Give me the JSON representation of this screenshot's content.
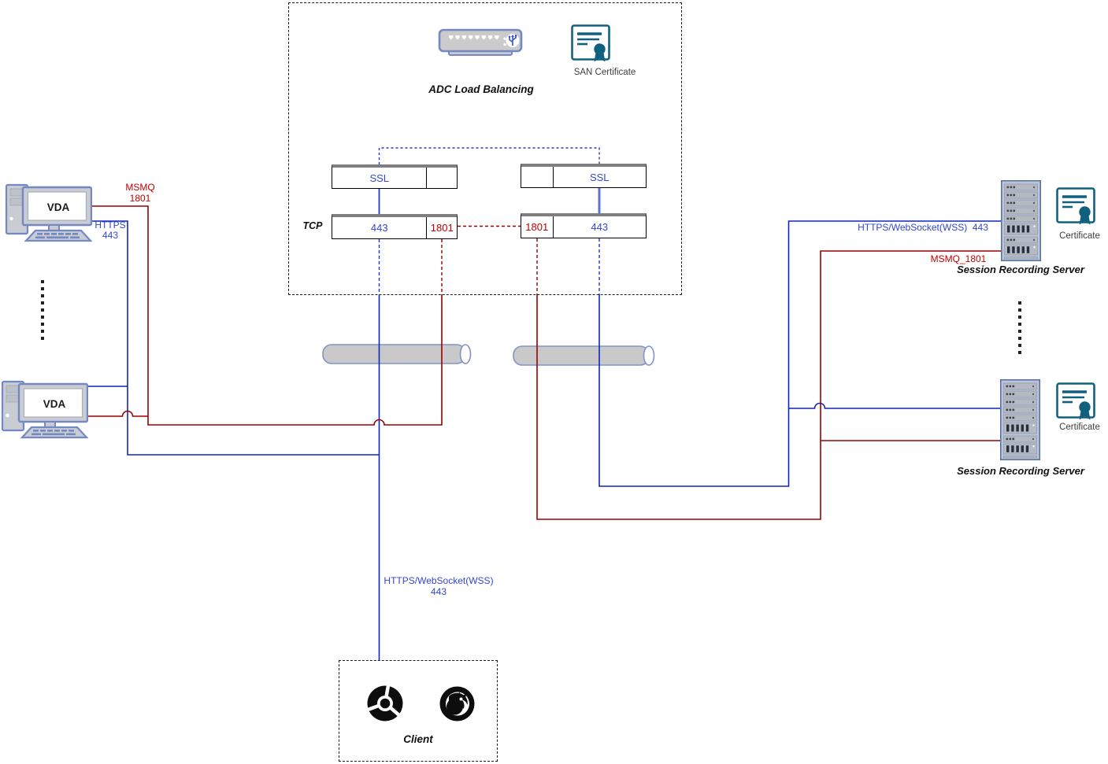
{
  "adc_box": {
    "title": "ADC Load Balancing",
    "san_certificate_label": "SAN Certificate"
  },
  "port_tables": {
    "row_label": "TCP",
    "left": {
      "ssl": "SSL",
      "https_port": "443",
      "msmq_port": "1801"
    },
    "right": {
      "ssl": "SSL",
      "https_port": "443",
      "msmq_port": "1801"
    }
  },
  "vda_group": {
    "top_vda": "VDA",
    "bottom_vda": "VDA",
    "msmq_label": "MSMQ",
    "msmq_port": "1801",
    "https_label": "HTTPS",
    "https_port": "443"
  },
  "recording_servers": {
    "https_label": "HTTPS/WebSocket(WSS)  443",
    "msmq_label": "MSMQ_1801",
    "top": {
      "name": "Session Recording Server",
      "certificate_label": "Certificate"
    },
    "bottom": {
      "name": "Session Recording Server",
      "certificate_label": "Certificate"
    }
  },
  "client_box": {
    "https_label": "HTTPS/WebSocket(WSS)",
    "https_port": "443",
    "label": "Client",
    "browser_icons": [
      "chrome-icon",
      "firefox-icon"
    ]
  },
  "colors": {
    "https_blue": "#0f27b8",
    "https_blue_light": "#5b74d8",
    "msmq_red": "#9a0000",
    "https_text_blue": "#3347d1",
    "msmq_text_red": "#c00000",
    "certificate_teal": "#11607e",
    "device_border_blue": "#7488c2",
    "device_fill_gray": "#c9ccd3"
  }
}
